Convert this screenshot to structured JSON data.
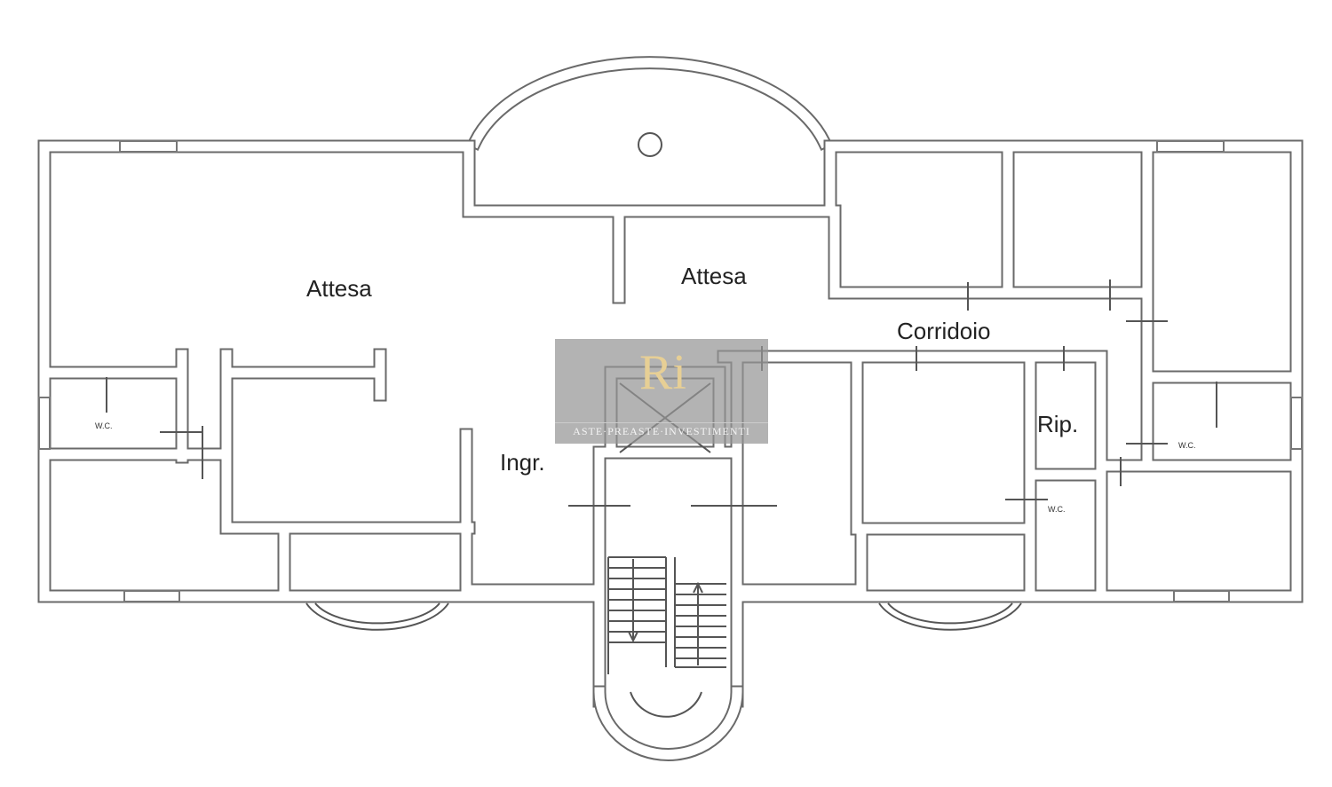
{
  "rooms": {
    "attesa_left": "Attesa",
    "attesa_center": "Attesa",
    "corridoio": "Corridoio",
    "ingresso": "Ingr.",
    "ripostiglio": "Rip.",
    "wc_left": "W.C.",
    "wc_right_upper": "W.C.",
    "wc_right_lower": "W.C."
  },
  "watermark": {
    "logo": "Ri",
    "text": "ASTE·PREASTE·INVESTIMENTI"
  }
}
